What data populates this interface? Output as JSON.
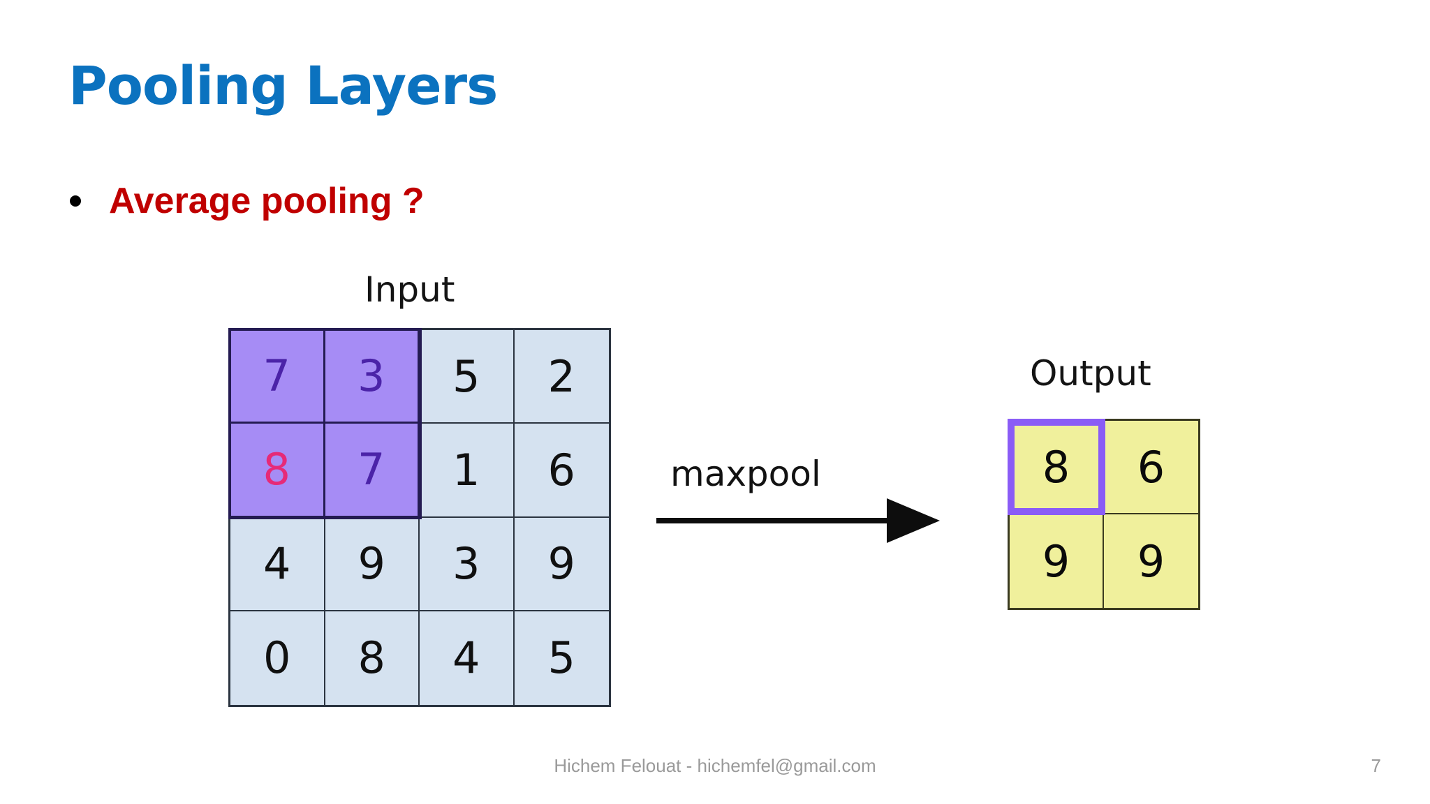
{
  "slide": {
    "title": "Pooling Layers",
    "bullet": {
      "marker": "bullet-dot",
      "text": "Average pooling ?"
    },
    "title_color": "#0b72bf",
    "bullet_color": "#c00000"
  },
  "diagram": {
    "input_label": "Input",
    "output_label": "Output",
    "operation_label": "maxpool",
    "arrow_icon": "right-arrow-icon",
    "colors": {
      "cell_fill": "#d5e2f0",
      "highlight_fill": "#a68cf5",
      "highlight_border": "#241b52",
      "output_fill": "#f0f09c",
      "output_border": "#3a3a20",
      "window_accent": "#8a5cf6",
      "pink_value": "#e62a78"
    },
    "input_matrix": {
      "rows": 4,
      "cols": 4,
      "cells": [
        {
          "value": "7",
          "highlight": true,
          "color": "#4b23a8"
        },
        {
          "value": "3",
          "highlight": true,
          "color": "#4b23a8"
        },
        {
          "value": "5",
          "highlight": false,
          "color": "#101010"
        },
        {
          "value": "2",
          "highlight": false,
          "color": "#101010"
        },
        {
          "value": "8",
          "highlight": true,
          "color": "#e62a78"
        },
        {
          "value": "7",
          "highlight": true,
          "color": "#4b23a8"
        },
        {
          "value": "1",
          "highlight": false,
          "color": "#101010"
        },
        {
          "value": "6",
          "highlight": false,
          "color": "#101010"
        },
        {
          "value": "4",
          "highlight": false,
          "color": "#101010"
        },
        {
          "value": "9",
          "highlight": false,
          "color": "#101010"
        },
        {
          "value": "3",
          "highlight": false,
          "color": "#101010"
        },
        {
          "value": "9",
          "highlight": false,
          "color": "#101010"
        },
        {
          "value": "0",
          "highlight": false,
          "color": "#101010"
        },
        {
          "value": "8",
          "highlight": false,
          "color": "#101010"
        },
        {
          "value": "4",
          "highlight": false,
          "color": "#101010"
        },
        {
          "value": "5",
          "highlight": false,
          "color": "#101010"
        }
      ]
    },
    "output_matrix": {
      "rows": 2,
      "cols": 2,
      "cells": [
        {
          "value": "8",
          "selected": true
        },
        {
          "value": "6",
          "selected": false
        },
        {
          "value": "9",
          "selected": false
        },
        {
          "value": "9",
          "selected": false
        }
      ]
    }
  },
  "footer": {
    "credit": "Hichem Felouat - hichemfel@gmail.com",
    "page_number": "7"
  }
}
